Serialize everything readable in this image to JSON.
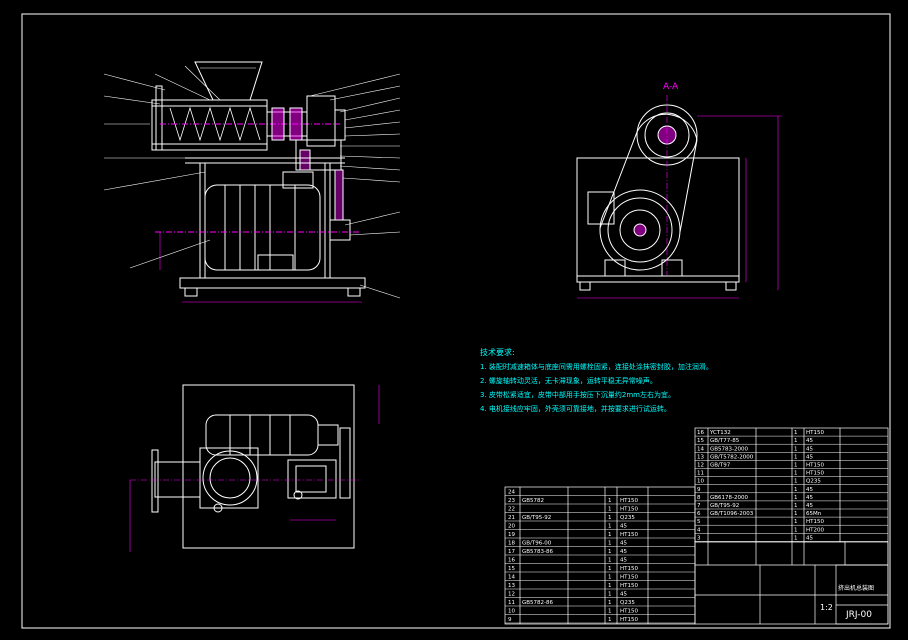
{
  "drawing": {
    "section_label": "A-A",
    "drawing_number": "JRJ-00",
    "scale": "1:2",
    "title_text": "挤出机总装图"
  },
  "notes": {
    "title": "技术要求:",
    "items": [
      "1. 装配时减速箱体与底座间需用螺栓固紧，连接处涂抹密封胶，加注润滑。",
      "2. 螺旋轴转动灵活，无卡滞现象，运转平稳无异常噪声。",
      "3. 皮带松紧适宜，皮带中部用手按压下沉量约2mm左右为宜。",
      "4. 电机接线应牢固，外壳须可靠接地，并按要求进行试运转。"
    ]
  },
  "bom_left": [
    [
      "24",
      "",
      "",
      ""
    ],
    [
      "23",
      "GB5782",
      "1",
      "HT150"
    ],
    [
      "22",
      "",
      "1",
      "HT150"
    ],
    [
      "21",
      "GB/T95-92",
      "1",
      "Q235"
    ],
    [
      "20",
      "",
      "1",
      "45"
    ],
    [
      "19",
      "",
      "1",
      "HT150"
    ],
    [
      "18",
      "GB/T96-00",
      "1",
      "45"
    ],
    [
      "17",
      "GB5783-86",
      "1",
      "45"
    ],
    [
      "16",
      "",
      "1",
      "45"
    ],
    [
      "15",
      "",
      "1",
      "HT150"
    ],
    [
      "14",
      "",
      "1",
      "HT150"
    ],
    [
      "13",
      "",
      "1",
      "HT150"
    ],
    [
      "12",
      "",
      "1",
      "45"
    ],
    [
      "11",
      "GB5782-86",
      "1",
      "Q235"
    ],
    [
      "10",
      "",
      "1",
      "HT150"
    ],
    [
      "9",
      "",
      "1",
      "HT150"
    ]
  ],
  "bom_right": [
    [
      "16",
      "YCT132",
      "1",
      "HT150"
    ],
    [
      "15",
      "GB/T77-85",
      "1",
      "45"
    ],
    [
      "14",
      "GB5783-2000",
      "1",
      "45"
    ],
    [
      "13",
      "GB/T5782-2000",
      "1",
      "45"
    ],
    [
      "12",
      "GB/T97",
      "1",
      "HT150"
    ],
    [
      "11",
      "",
      "1",
      "HT150"
    ],
    [
      "10",
      "",
      "1",
      "Q235"
    ],
    [
      "9",
      "",
      "1",
      "45"
    ],
    [
      "8",
      "GB6178-2000",
      "1",
      "45"
    ],
    [
      "7",
      "GB/T95-92",
      "1",
      "45"
    ],
    [
      "6",
      "GB/T1096-2003",
      "1",
      "65Mn"
    ],
    [
      "5",
      "",
      "1",
      "HT150"
    ],
    [
      "4",
      "",
      "1",
      "HT200"
    ],
    [
      "3",
      "",
      "1",
      "45"
    ]
  ]
}
